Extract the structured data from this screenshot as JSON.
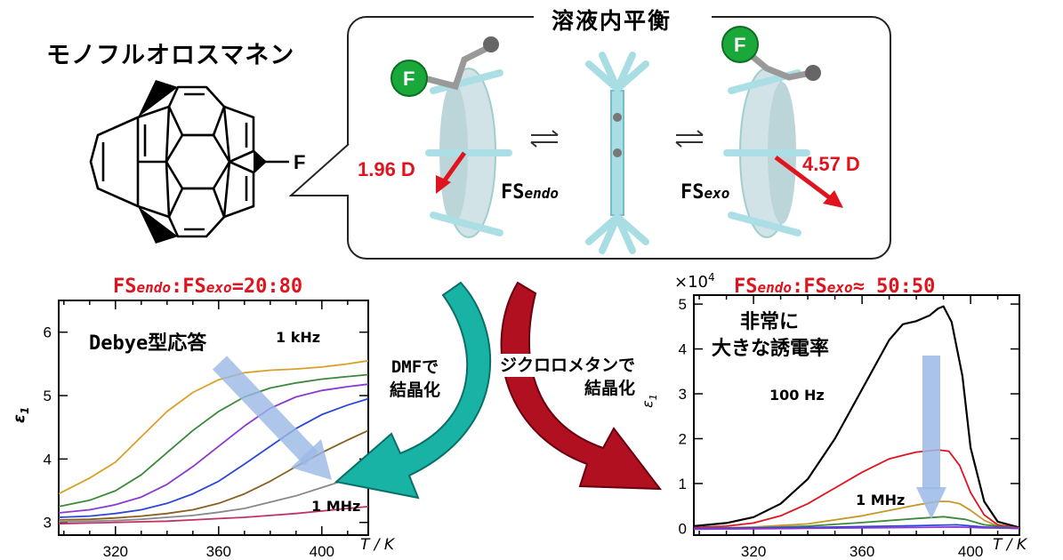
{
  "compound_name": "モノフルオロスマネン",
  "equilibrium": {
    "title": "溶液内平衡",
    "fluorine_symbol": "F",
    "endo_dipole": "1.96 D",
    "exo_dipole": "4.57 D",
    "endo_label": "FS",
    "endo_sub": "endo",
    "exo_label": "FS",
    "exo_sub": "exo"
  },
  "structure_substituent": "F",
  "left_panel": {
    "ratio": {
      "a": "FS",
      "a_sub": "endo",
      "sep": ":",
      "b": "FS",
      "b_sub": "exo",
      "tail": "=20:80"
    },
    "note": "Debye型応答",
    "label_low": "1 kHz",
    "label_high": "1 MHz",
    "ylabel": "ε",
    "ylabel_sub": "1",
    "xunit": "T / K",
    "xticks": [
      "320",
      "360",
      "400"
    ],
    "yticks": [
      "3",
      "4",
      "5",
      "6"
    ]
  },
  "right_panel": {
    "ratio": {
      "a": "FS",
      "a_sub": "endo",
      "sep": ":",
      "b": "FS",
      "b_sub": "exo",
      "tail": "≈ 50:50"
    },
    "scale": "×10",
    "scale_exp": "4",
    "note_line1": "非常に",
    "note_line2": "大きな誘電率",
    "label_low": "100 Hz",
    "label_high": "1 MHz",
    "ylabel": "ε",
    "ylabel_sub": "1",
    "xunit": "T / K",
    "xticks": [
      "320",
      "360",
      "400"
    ],
    "yticks": [
      "0",
      "1",
      "2",
      "3",
      "4",
      "5"
    ]
  },
  "arrow_left": {
    "line1": "DMFで",
    "line2": "結晶化"
  },
  "arrow_right": {
    "line1": "ジクロロメタンで",
    "line2": "結晶化"
  },
  "colors": {
    "red": "#e0141e",
    "teal": "#19b3a6",
    "crimson": "#b0101f",
    "fluorine": "#1aa83a",
    "pale": "#a8dde4",
    "bigarrow": "#9bb8e6"
  },
  "chart_data": [
    {
      "type": "line",
      "xlabel": "T / K",
      "ylabel": "ε1",
      "xlim": [
        298,
        418
      ],
      "ylim": [
        2.8,
        6.5
      ],
      "series": [
        {
          "name": "1 kHz",
          "color": "#d9a02a",
          "x": [
            298,
            310,
            320,
            330,
            340,
            350,
            360,
            370,
            380,
            390,
            400,
            410,
            418
          ],
          "values": [
            3.45,
            3.7,
            3.95,
            4.35,
            4.75,
            5.05,
            5.25,
            5.36,
            5.4,
            5.42,
            5.45,
            5.5,
            5.55
          ]
        },
        {
          "color": "#3a8a3a",
          "x": [
            298,
            310,
            320,
            330,
            340,
            350,
            360,
            370,
            380,
            390,
            400,
            410,
            418
          ],
          "values": [
            3.25,
            3.35,
            3.5,
            3.75,
            4.1,
            4.45,
            4.75,
            4.98,
            5.12,
            5.2,
            5.26,
            5.3,
            5.33
          ]
        },
        {
          "color": "#8a3ad0",
          "x": [
            298,
            310,
            320,
            330,
            340,
            350,
            360,
            370,
            380,
            390,
            400,
            410,
            418
          ],
          "values": [
            3.15,
            3.2,
            3.28,
            3.4,
            3.6,
            3.88,
            4.2,
            4.52,
            4.8,
            4.98,
            5.08,
            5.14,
            5.18
          ]
        },
        {
          "color": "#2c46d8",
          "x": [
            298,
            310,
            320,
            330,
            340,
            350,
            360,
            370,
            380,
            390,
            400,
            410,
            418
          ],
          "values": [
            3.08,
            3.1,
            3.14,
            3.2,
            3.3,
            3.45,
            3.65,
            3.92,
            4.2,
            4.48,
            4.7,
            4.85,
            4.95
          ]
        },
        {
          "color": "#8a6020",
          "x": [
            298,
            310,
            320,
            330,
            340,
            350,
            360,
            370,
            380,
            390,
            400,
            410,
            418
          ],
          "values": [
            3.04,
            3.05,
            3.07,
            3.1,
            3.14,
            3.2,
            3.3,
            3.45,
            3.65,
            3.88,
            4.1,
            4.3,
            4.45
          ]
        },
        {
          "color": "#888888",
          "x": [
            298,
            310,
            320,
            330,
            340,
            350,
            360,
            370,
            380,
            390,
            400,
            410,
            418
          ],
          "values": [
            3.01,
            3.02,
            3.03,
            3.05,
            3.08,
            3.11,
            3.16,
            3.22,
            3.32,
            3.42,
            3.55,
            3.68,
            3.78
          ]
        },
        {
          "name": "1 MHz",
          "color": "#c0306a",
          "x": [
            298,
            310,
            320,
            330,
            340,
            350,
            360,
            370,
            380,
            390,
            400,
            410,
            418
          ],
          "values": [
            2.98,
            2.99,
            3.0,
            3.01,
            3.02,
            3.04,
            3.06,
            3.08,
            3.11,
            3.14,
            3.18,
            3.22,
            3.25
          ]
        }
      ]
    },
    {
      "type": "line",
      "xlabel": "T / K",
      "ylabel": "ε1 (×10^4)",
      "xlim": [
        298,
        418
      ],
      "ylim": [
        -0.15,
        5.2
      ],
      "series": [
        {
          "name": "100 Hz",
          "color": "#000000",
          "x": [
            298,
            310,
            320,
            330,
            340,
            350,
            360,
            370,
            375,
            380,
            385,
            388,
            390,
            393,
            397,
            400,
            405,
            410,
            418
          ],
          "values": [
            0.05,
            0.12,
            0.25,
            0.55,
            1.1,
            2.0,
            3.1,
            4.2,
            4.55,
            4.62,
            4.75,
            4.9,
            4.95,
            4.6,
            3.4,
            1.8,
            0.6,
            0.15,
            0.02
          ]
        },
        {
          "color": "#e0141e",
          "x": [
            298,
            310,
            320,
            330,
            340,
            350,
            360,
            370,
            380,
            388,
            392,
            396,
            400,
            405,
            410,
            418
          ],
          "values": [
            0.02,
            0.05,
            0.12,
            0.28,
            0.55,
            0.9,
            1.25,
            1.55,
            1.7,
            1.75,
            1.72,
            1.4,
            0.8,
            0.3,
            0.08,
            0.01
          ]
        },
        {
          "color": "#c8962a",
          "x": [
            298,
            320,
            340,
            360,
            370,
            380,
            388,
            392,
            396,
            400,
            405,
            410,
            418
          ],
          "values": [
            0.0,
            0.03,
            0.1,
            0.28,
            0.4,
            0.52,
            0.6,
            0.6,
            0.55,
            0.4,
            0.18,
            0.05,
            0.0
          ]
        },
        {
          "color": "#3a8a3a",
          "x": [
            298,
            320,
            340,
            360,
            380,
            390,
            398,
            405,
            418
          ],
          "values": [
            0.0,
            0.01,
            0.05,
            0.13,
            0.22,
            0.26,
            0.2,
            0.08,
            0.0
          ]
        },
        {
          "color": "#2c46d8",
          "x": [
            298,
            340,
            380,
            395,
            405,
            418
          ],
          "values": [
            0.0,
            0.02,
            0.06,
            0.08,
            0.03,
            0.0
          ]
        },
        {
          "name": "1 MHz",
          "color": "#8a3ad0",
          "x": [
            298,
            340,
            380,
            395,
            405,
            418
          ],
          "values": [
            -0.02,
            0.0,
            0.02,
            0.03,
            0.01,
            0.0
          ]
        }
      ]
    }
  ]
}
